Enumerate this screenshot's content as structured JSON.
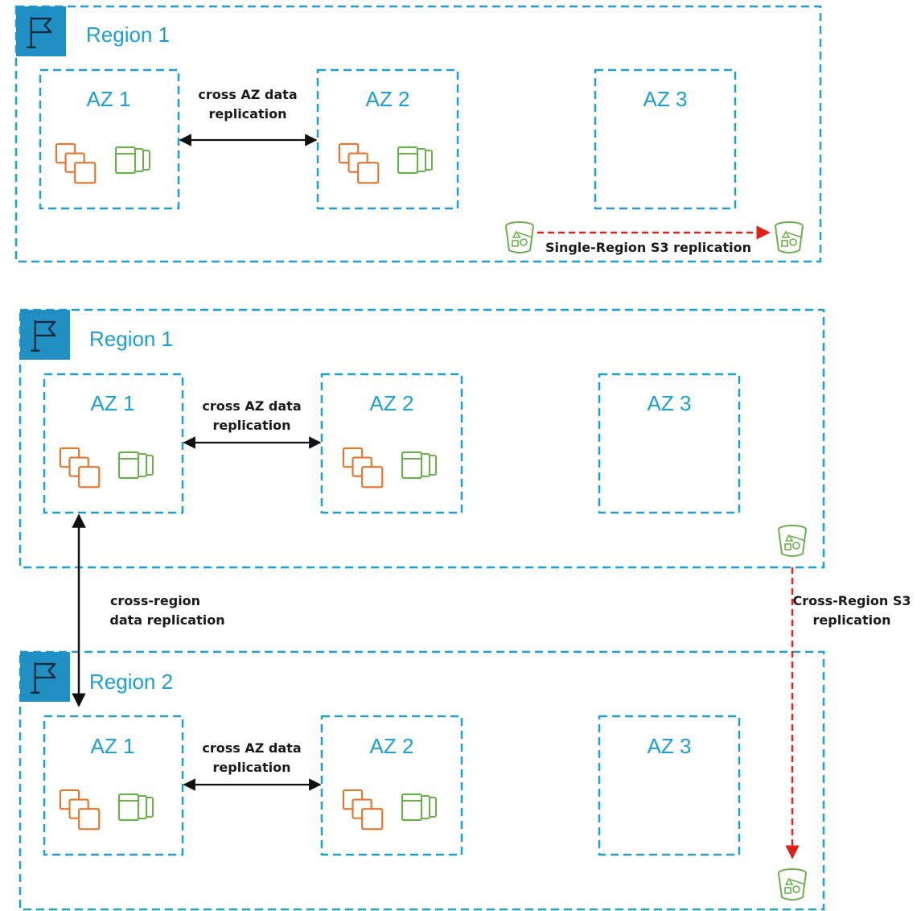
{
  "colors": {
    "region_border": "#1a9fd6",
    "flag_bg": "#1f8fc4",
    "compute_icon": "#e8742b",
    "storage_icon": "#6ab04c",
    "s3_icon": "#6ab04c",
    "az_replication_arrow": "#111111",
    "s3_replication_arrow": "#e0201a"
  },
  "diagram1": {
    "region_label": "Region 1",
    "az": [
      "AZ 1",
      "AZ 2",
      "AZ 3"
    ],
    "cross_az": [
      "cross AZ data",
      "replication"
    ],
    "s3_replication": "Single-Region S3 replication"
  },
  "diagram2": {
    "region1_label": "Region 1",
    "region2_label": "Region 2",
    "region1_az": [
      "AZ 1",
      "AZ 2",
      "AZ 3"
    ],
    "region2_az": [
      "AZ 1",
      "AZ 2",
      "AZ 3"
    ],
    "cross_az_1": [
      "cross AZ data",
      "replication"
    ],
    "cross_az_2": [
      "cross AZ data",
      "replication"
    ],
    "cross_region": [
      "cross-region",
      "data replication"
    ],
    "cross_region_s3": [
      "Cross-Region S3",
      "replication"
    ]
  },
  "icons": {
    "flag": "flag-icon",
    "compute": "ec2-instances-icon",
    "storage": "storage-volumes-icon",
    "s3": "s3-bucket-icon"
  }
}
